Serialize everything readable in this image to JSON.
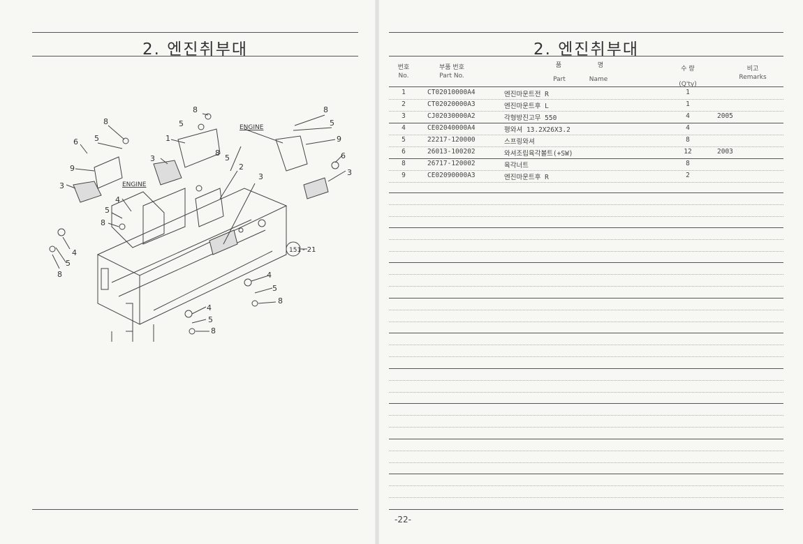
{
  "left": {
    "title": "2. 엔진취부대",
    "diagram_labels": {
      "engine_top": "ENGINE",
      "engine_left": "ENGINE",
      "ref_circle": "151",
      "ref_suffix": "- 21",
      "callouts": [
        "8",
        "5",
        "8",
        "5",
        "1",
        "6",
        "5",
        "9",
        "3",
        "3",
        "4",
        "5",
        "8",
        "8",
        "5",
        "2",
        "3",
        "8",
        "5",
        "9",
        "6",
        "3",
        "4",
        "5",
        "8",
        "4",
        "5",
        "8"
      ]
    }
  },
  "right": {
    "title": "2. 엔진취부대",
    "headers": {
      "no_kr": "번호",
      "no_en": "No.",
      "part_kr": "부품 번호",
      "part_en": "Part  No.",
      "name_kr1": "품",
      "name_kr2": "명",
      "name_en1": "Part",
      "name_en2": "Name",
      "qty_kr": "수 량",
      "qty_en": "(Q'ty)",
      "rem_kr": "비고",
      "rem_en": "Remarks"
    },
    "rows": [
      {
        "no": "1",
        "part": "CT02010000A4",
        "name": "엔진마운트전 R",
        "qty": "1",
        "remarks": ""
      },
      {
        "no": "2",
        "part": "CT02020000A3",
        "name": "엔진마운트후 L",
        "qty": "1",
        "remarks": ""
      },
      {
        "no": "3",
        "part": "CJ02030000A2",
        "name": "각형방진고무 550",
        "qty": "4",
        "remarks": "2005"
      },
      {
        "no": "4",
        "part": "CE02040000A4",
        "name": "평와셔 13.2X26X3.2",
        "qty": "4",
        "remarks": ""
      },
      {
        "no": "5",
        "part": "22217-120000",
        "name": "스프링와셔",
        "qty": "8",
        "remarks": ""
      },
      {
        "no": "6",
        "part": "26013-100202",
        "name": "와셔조립육각볼트(+SW)",
        "qty": "12",
        "remarks": "2003"
      },
      {
        "no": "8",
        "part": "26717-120002",
        "name": "육각너트",
        "qty": "8",
        "remarks": ""
      },
      {
        "no": "9",
        "part": "CE02090000A3",
        "name": "엔진마운트후 R",
        "qty": "2",
        "remarks": ""
      }
    ],
    "page_number": "-22-"
  }
}
